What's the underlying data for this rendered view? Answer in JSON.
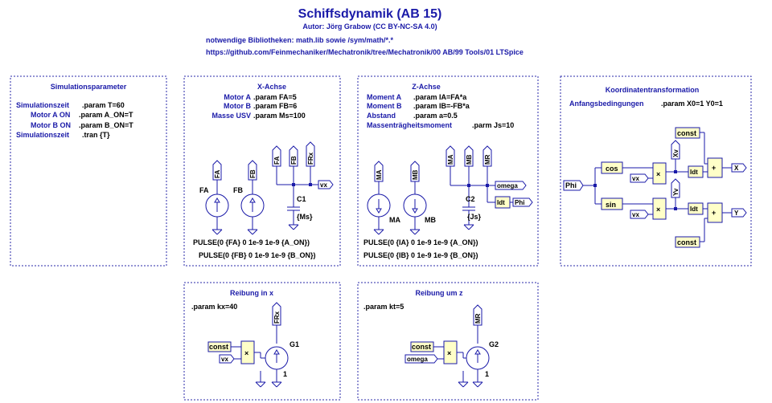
{
  "header": {
    "title": "Schiffsdynamik (AB 15)",
    "author": "Autor: Jörg Grabow (CC BY-NC-SA 4.0)",
    "libs": "notwendige Bibliotheken: math.lib sowie /sym/math/*.*",
    "url": "https://github.com/Feinmechaniker/Mechatronik/tree/Mechatronik/00 AB/99 Tools/01 LTSpice"
  },
  "sim": {
    "title": "Simulationsparameter",
    "lines": [
      {
        "label": "Simulationszeit",
        "cmd": ".param T=60"
      },
      {
        "label": "Motor A ON",
        "cmd": ".param A_ON=T"
      },
      {
        "label": "Motor B ON",
        "cmd": ".param B_ON=T"
      },
      {
        "label": "Simulationszeit",
        "cmd": ".tran {T}"
      }
    ]
  },
  "xachse": {
    "title": "X-Achse",
    "params": [
      {
        "label": "Motor A",
        "cmd": ".param FA=5"
      },
      {
        "label": "Motor B",
        "cmd": ".param FB=6"
      },
      {
        "label": "Masse USV",
        "cmd": ".param Ms=100"
      }
    ],
    "flags": {
      "fa": "FA",
      "fb": "FB",
      "frx": "FRx",
      "vx": "vx"
    },
    "src_a": "FA",
    "src_b": "FB",
    "cap": "C1",
    "cap_val": "{Ms}",
    "pulse_a": "PULSE(0 {FA} 0 1e-9 1e-9 {A_ON})",
    "pulse_b": "PULSE(0 {FB} 0 1e-9 1e-9 {B_ON})"
  },
  "zachse": {
    "title": "Z-Achse",
    "params": [
      {
        "label": "Moment A",
        "cmd": ".param IA=FA*a"
      },
      {
        "label": "Moment B",
        "cmd": ".param IB=-FB*a"
      },
      {
        "label": "Abstand",
        "cmd": ".param a=0.5"
      },
      {
        "label": "Massenträgheitsmoment",
        "cmd": ".parm Js=10"
      }
    ],
    "flags": {
      "ma": "MA",
      "mb": "MB",
      "mr": "MR",
      "omega": "omega",
      "phi": "Phi"
    },
    "src_a": "MA",
    "src_b": "MB",
    "cap": "C2",
    "cap_val": "{Js}",
    "idt": "Idt",
    "pulse_a": "PULSE(0 {IA} 0 1e-9 1e-9 {A_ON})",
    "pulse_b": "PULSE(0 {IB} 0 1e-9 1e-9 {B_ON})"
  },
  "koord": {
    "title": "Koordinatentransformation",
    "label": "Anfangsbedingungen",
    "cmd": ".param X0=1 Y0=1",
    "phi": "Phi",
    "cos": "cos",
    "sin": "sin",
    "vx": "vx",
    "xv": "Xv",
    "yv": "Yv",
    "idt": "Idt",
    "const": "const",
    "mul": "×",
    "plus": "+",
    "out_x": "X",
    "out_y": "Y"
  },
  "rx": {
    "title": "Reibung in x",
    "cmd": ".param kx=40",
    "flag": "FRx",
    "const": "const",
    "vx": "vx",
    "mul": "×",
    "g": "G1",
    "one": "1"
  },
  "rz": {
    "title": "Reibung um z",
    "cmd": ".param kt=5",
    "flag": "MR",
    "const": "const",
    "omega": "omega",
    "mul": "×",
    "g": "G2",
    "one": "1"
  }
}
